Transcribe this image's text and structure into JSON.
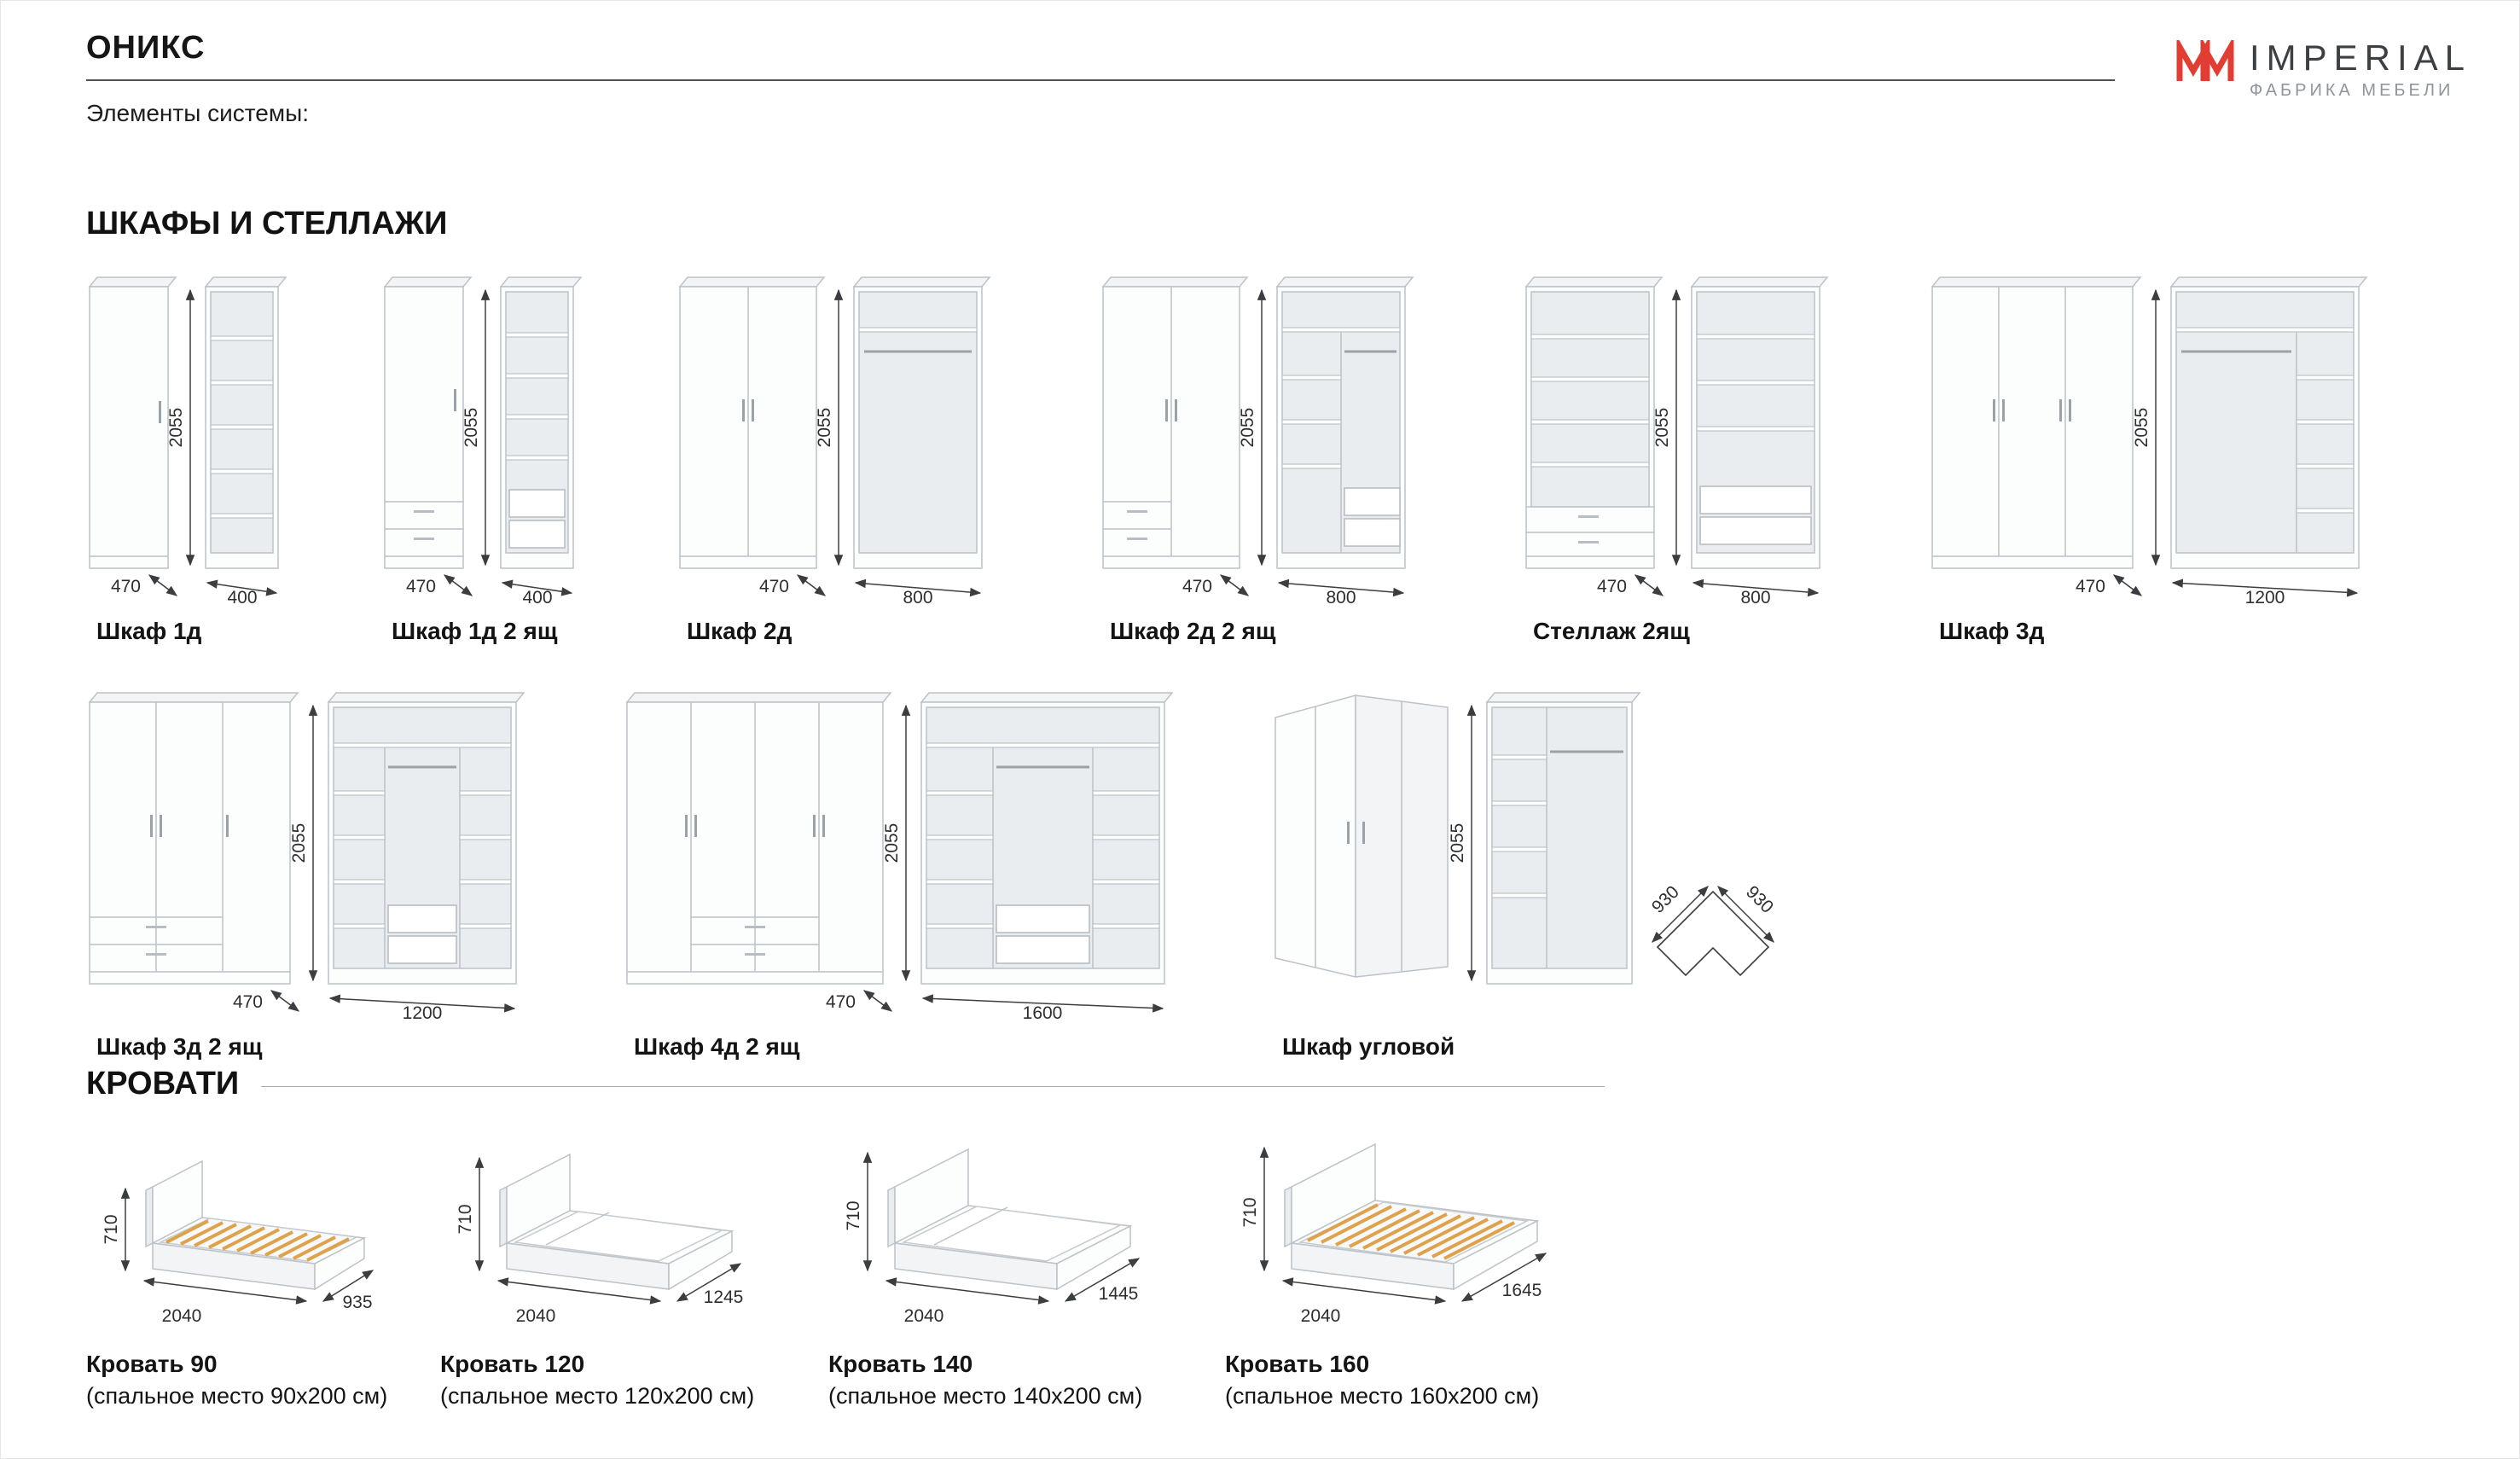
{
  "page": {
    "title": "ОНИКС",
    "subtitle": "Элементы системы:"
  },
  "logo": {
    "brand": "IMPERIAL",
    "tagline": "ФАБРИКА МЕБЕЛИ"
  },
  "wardrobes": {
    "heading": "ШКАФЫ И СТЕЛЛАЖИ",
    "items": [
      {
        "label": "Шкаф 1д",
        "height": "2055",
        "depth": "470",
        "width": "400"
      },
      {
        "label": "Шкаф 1д 2 ящ",
        "height": "2055",
        "depth": "470",
        "width": "400"
      },
      {
        "label": "Шкаф 2д",
        "height": "2055",
        "depth": "470",
        "width": "800"
      },
      {
        "label": "Шкаф 2д 2 ящ",
        "height": "2055",
        "depth": "470",
        "width": "800"
      },
      {
        "label": "Стеллаж 2ящ",
        "height": "2055",
        "depth": "470",
        "width": "800"
      },
      {
        "label": "Шкаф 3д",
        "height": "2055",
        "depth": "470",
        "width": "1200"
      },
      {
        "label": "Шкаф 3д 2 ящ",
        "height": "2055",
        "depth": "470",
        "width": "1200"
      },
      {
        "label": "Шкаф 4д 2 ящ",
        "height": "2055",
        "depth": "470",
        "width": "1600"
      },
      {
        "label": "Шкаф угловой",
        "height": "2055",
        "side_a": "930",
        "side_b": "930"
      }
    ]
  },
  "beds": {
    "heading": "КРОВАТИ",
    "items": [
      {
        "label": "Кровать 90",
        "sub": "(спальное место 90x200 см)",
        "height": "710",
        "length": "2040",
        "width": "935"
      },
      {
        "label": "Кровать 120",
        "sub": "(спальное место 120x200 см)",
        "height": "710",
        "length": "2040",
        "width": "1245"
      },
      {
        "label": "Кровать 140",
        "sub": "(спальное место 140x200 см)",
        "height": "710",
        "length": "2040",
        "width": "1445"
      },
      {
        "label": "Кровать 160",
        "sub": "(спальное место 160x200 см)",
        "height": "710",
        "length": "2040",
        "width": "1645"
      }
    ]
  }
}
